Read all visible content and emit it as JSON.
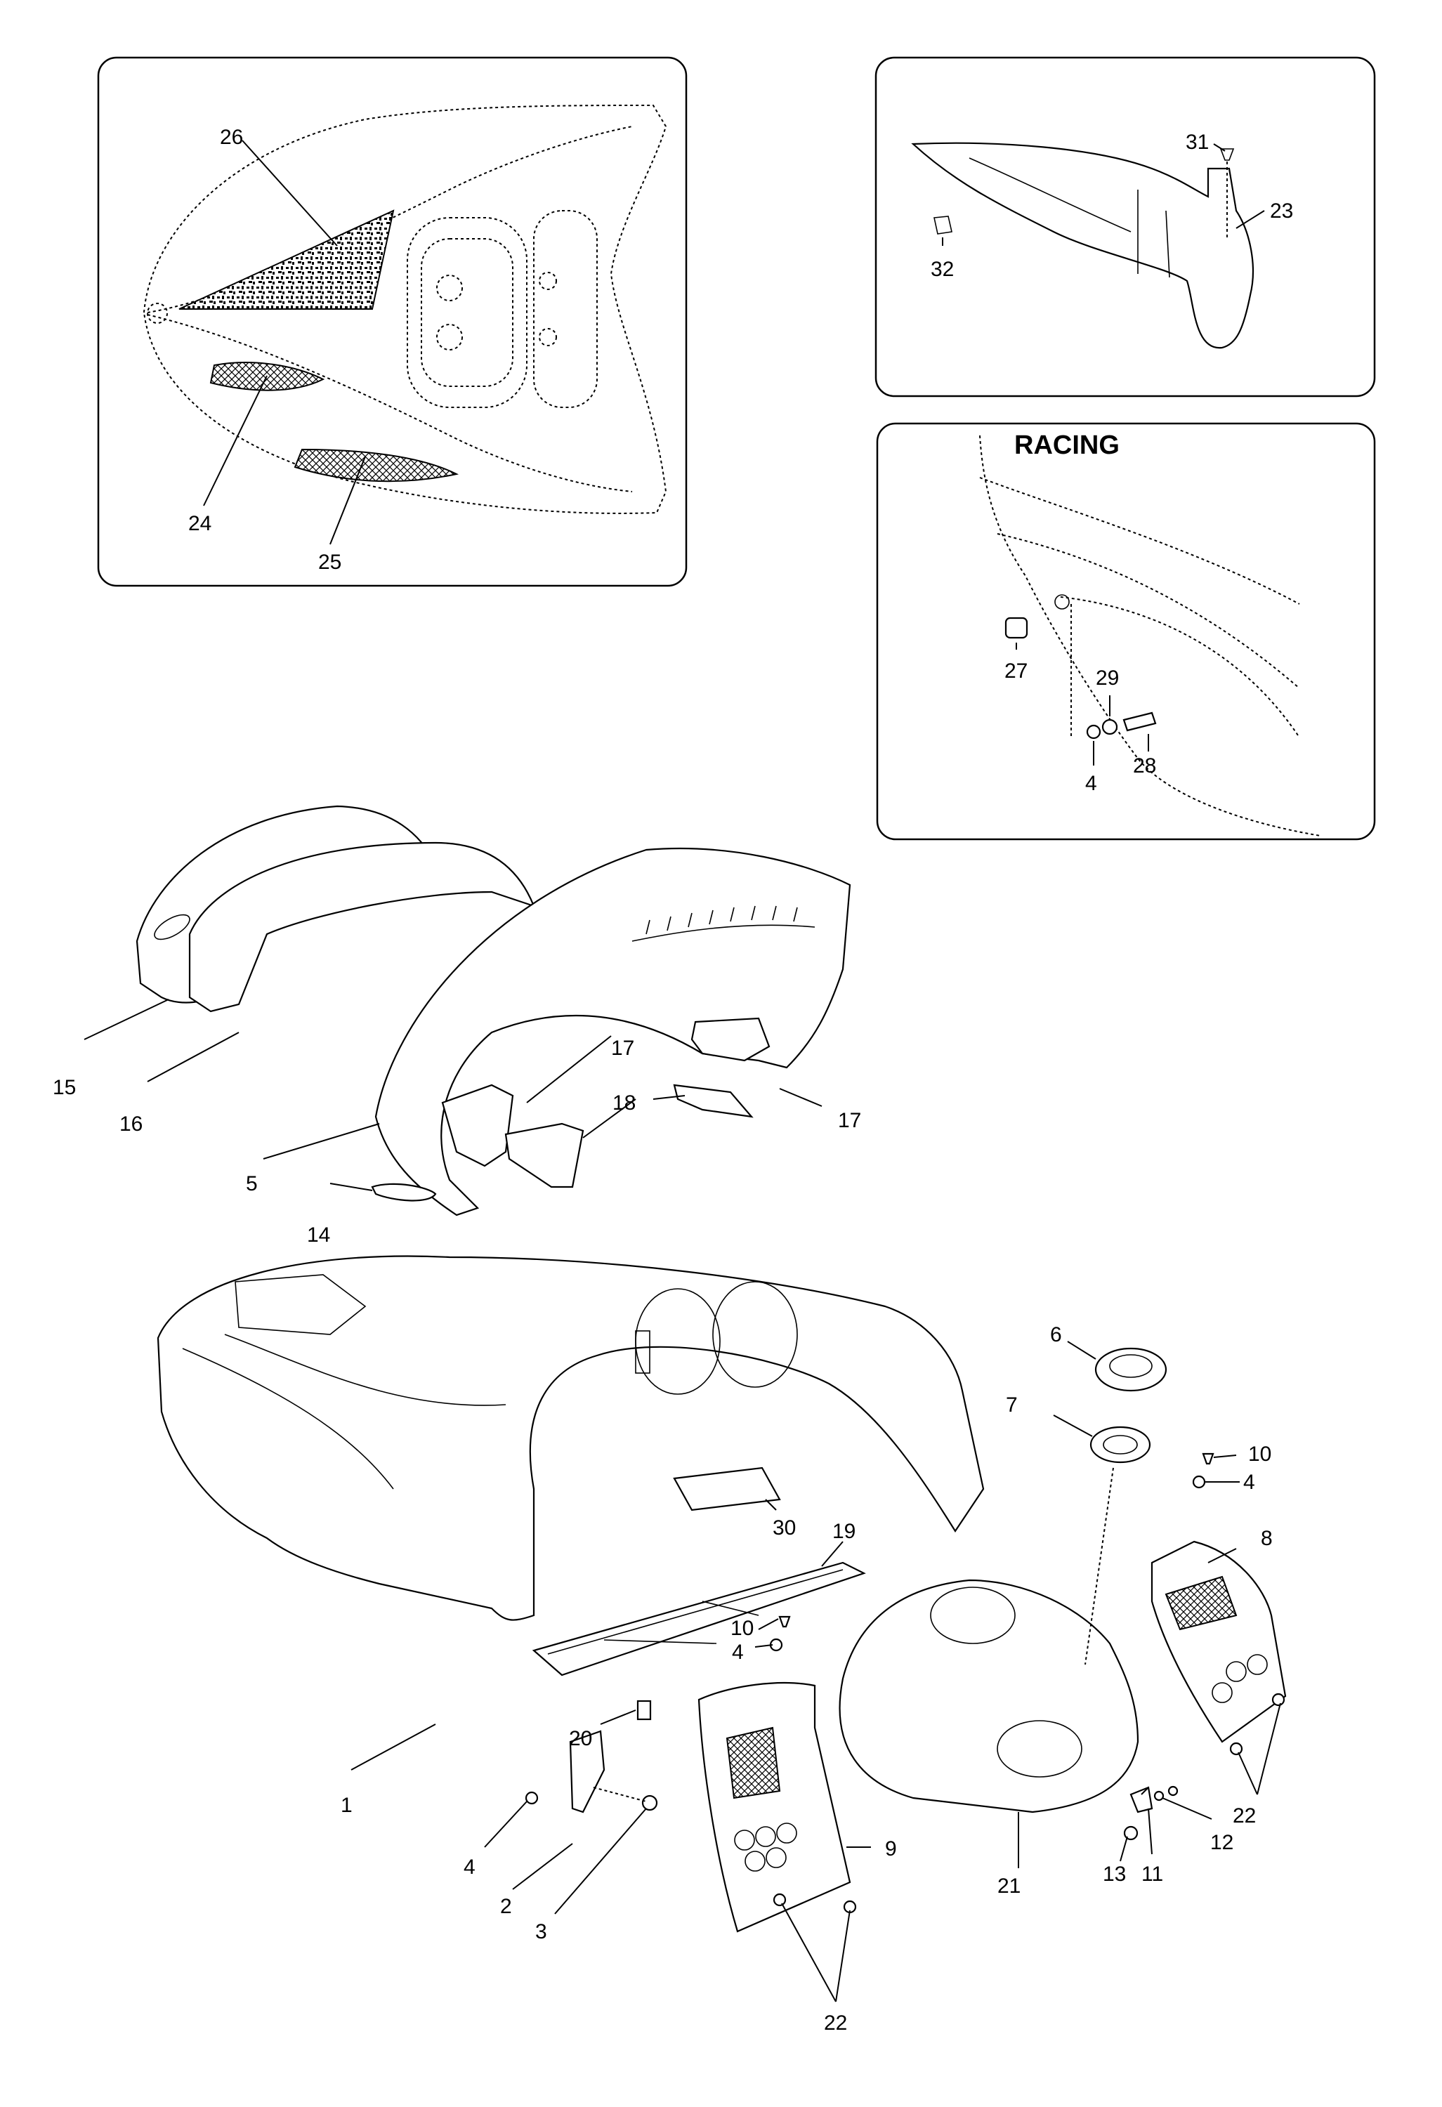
{
  "diagram": {
    "racing_heading": "RACING",
    "callouts": {
      "c1": "1",
      "c2": "2",
      "c3": "3",
      "c4a": "4",
      "c4b": "4",
      "c4c": "4",
      "c4d": "4",
      "c5": "5",
      "c6": "6",
      "c7": "7",
      "c8": "8",
      "c9": "9",
      "c10a": "10",
      "c10b": "10",
      "c11": "11",
      "c12": "12",
      "c13": "13",
      "c14": "14",
      "c15": "15",
      "c16": "16",
      "c17a": "17",
      "c17b": "17",
      "c18": "18",
      "c19": "19",
      "c20": "20",
      "c21": "21",
      "c22a": "22",
      "c22b": "22",
      "c23": "23",
      "c24": "24",
      "c25": "25",
      "c26": "26",
      "c27": "27",
      "c28": "28",
      "c29": "29",
      "c30": "30",
      "c31": "31",
      "c32": "32"
    }
  }
}
